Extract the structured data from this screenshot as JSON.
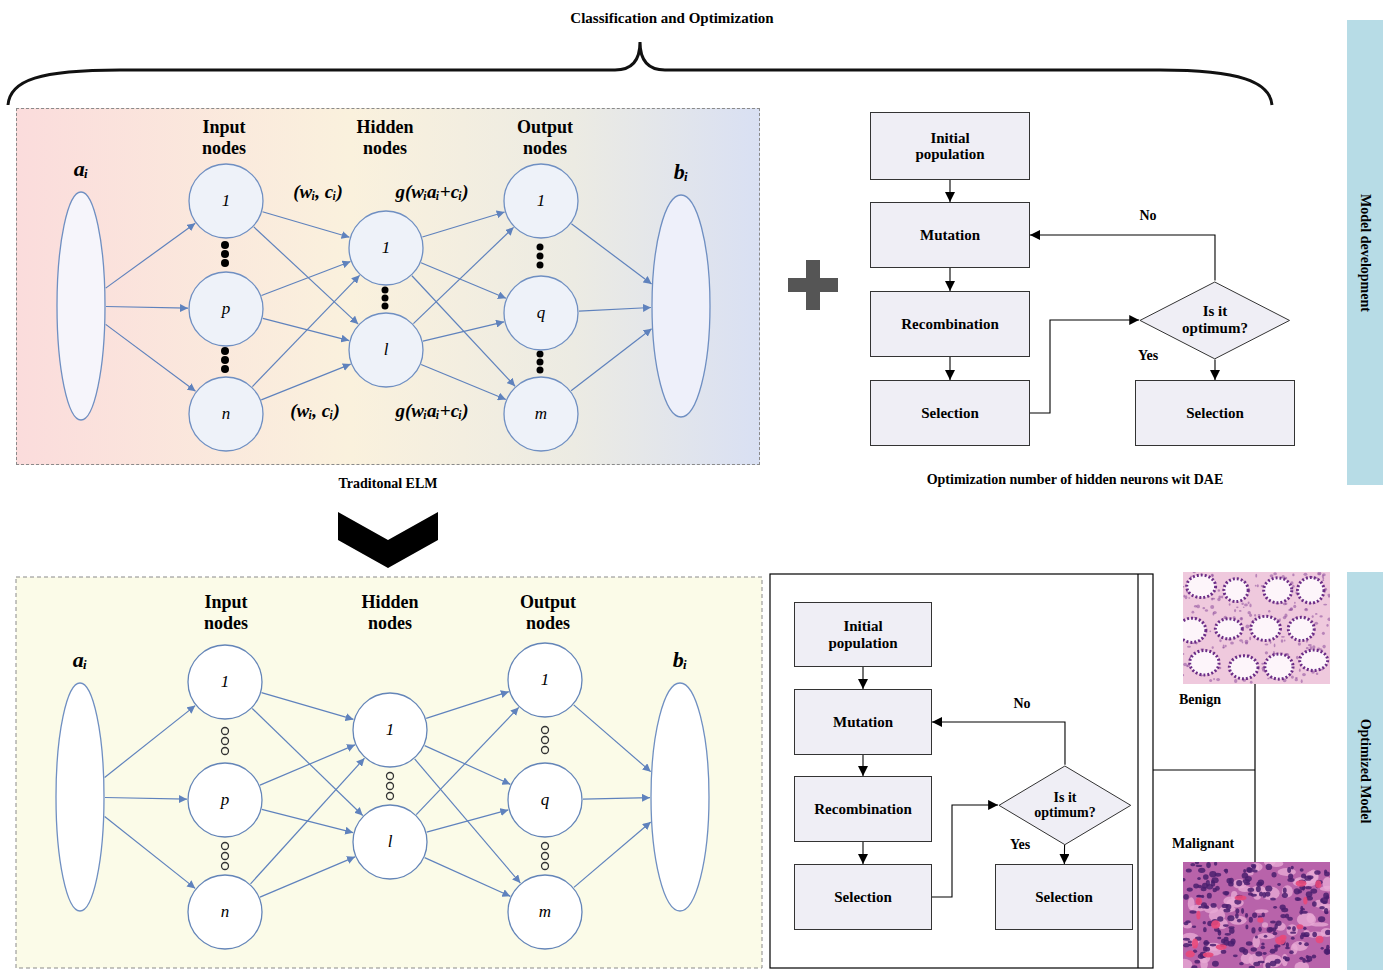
{
  "diagram": {
    "title": "Classification and Optimization",
    "nodes": [
      {
        "text": [
          "Traditonal ELM"
        ]
      },
      {
        "text": [
          "aᵢ"
        ],
        "in": 0
      },
      {
        "text": [
          "1"
        ],
        "in": 0
      },
      {
        "text": [
          "p"
        ],
        "in": 0
      },
      {
        "text": [
          "n"
        ],
        "in": 0
      },
      {
        "text": [
          "1"
        ],
        "in": 0
      },
      {
        "text": [
          "l"
        ],
        "in": 0
      },
      {
        "text": [
          "1"
        ],
        "in": 0
      },
      {
        "text": [
          "q"
        ],
        "in": 0
      },
      {
        "text": [
          "m"
        ],
        "in": 0
      },
      {
        "text": [
          "bᵢ"
        ],
        "in": 0
      },
      {
        "text": [
          "Initial population"
        ]
      },
      {
        "text": [
          "Mutation"
        ]
      },
      {
        "text": [
          "Recombination"
        ]
      },
      {
        "text": [
          "Selection"
        ]
      },
      {
        "text": [
          "Is it optimum?"
        ]
      },
      {
        "text": [
          "Selection"
        ]
      },
      {
        "text": [
          "Model development"
        ]
      },
      {
        "text": [
          "aᵢ"
        ]
      },
      {
        "text": [
          "1"
        ]
      },
      {
        "text": [
          "p"
        ]
      },
      {
        "text": [
          "n"
        ]
      },
      {
        "text": [
          "1"
        ]
      },
      {
        "text": [
          "l"
        ]
      },
      {
        "text": [
          "1"
        ]
      },
      {
        "text": [
          "q"
        ]
      },
      {
        "text": [
          "m"
        ]
      },
      {
        "text": [
          "bᵢ"
        ]
      },
      {
        "text": [
          "Initial population"
        ]
      },
      {
        "text": [
          "Mutation"
        ]
      },
      {
        "text": [
          "Recombination"
        ]
      },
      {
        "text": [
          "Selection"
        ]
      },
      {
        "text": [
          "Is it optimum?"
        ]
      },
      {
        "text": [
          "Selection"
        ]
      },
      {
        "text": [
          "Optimized Model"
        ]
      }
    ],
    "edges": [
      {
        "from": 1,
        "to": 2,
        "arrow": "to"
      },
      {
        "from": 1,
        "to": 3,
        "arrow": "to"
      },
      {
        "from": 1,
        "to": 4,
        "arrow": "to"
      },
      {
        "from": 2,
        "to": 5,
        "arrow": "to"
      },
      {
        "from": 2,
        "to": 6,
        "arrow": "to"
      },
      {
        "from": 3,
        "to": 5,
        "arrow": "to"
      },
      {
        "from": 3,
        "to": 6,
        "arrow": "to"
      },
      {
        "from": 4,
        "to": 5,
        "arrow": "to"
      },
      {
        "from": 4,
        "to": 6,
        "arrow": "to"
      },
      {
        "from": 5,
        "to": 7,
        "arrow": "to"
      },
      {
        "from": 5,
        "to": 8,
        "arrow": "to"
      },
      {
        "from": 5,
        "to": 9,
        "arrow": "to"
      },
      {
        "from": 6,
        "to": 7,
        "arrow": "to"
      },
      {
        "from": 6,
        "to": 8,
        "arrow": "to"
      },
      {
        "from": 6,
        "to": 9,
        "arrow": "to"
      },
      {
        "from": 7,
        "to": 10,
        "arrow": "to"
      },
      {
        "from": 8,
        "to": 10,
        "arrow": "to"
      },
      {
        "from": 9,
        "to": 10,
        "arrow": "to"
      },
      {
        "from": 11,
        "to": 12,
        "arrow": "to"
      },
      {
        "from": 12,
        "to": 13,
        "arrow": "to"
      },
      {
        "from": 13,
        "to": 14,
        "arrow": "to"
      },
      {
        "from": 14,
        "to": 15,
        "arrow": "to"
      },
      {
        "from": 15,
        "to": 12,
        "label": "No",
        "arrow": "to"
      },
      {
        "from": 15,
        "to": 16,
        "label": "Yes",
        "arrow": "to"
      },
      {
        "from": 18,
        "to": 19,
        "arrow": "to"
      },
      {
        "from": 18,
        "to": 20,
        "arrow": "to"
      },
      {
        "from": 18,
        "to": 21,
        "arrow": "to"
      },
      {
        "from": 19,
        "to": 22,
        "arrow": "to"
      },
      {
        "from": 19,
        "to": 23,
        "arrow": "to"
      },
      {
        "from": 20,
        "to": 22,
        "arrow": "to"
      },
      {
        "from": 20,
        "to": 23,
        "arrow": "to"
      },
      {
        "from": 21,
        "to": 22,
        "arrow": "to"
      },
      {
        "from": 21,
        "to": 23,
        "arrow": "to"
      },
      {
        "from": 22,
        "to": 24,
        "arrow": "to"
      },
      {
        "from": 22,
        "to": 25,
        "arrow": "to"
      },
      {
        "from": 22,
        "to": 26,
        "arrow": "to"
      },
      {
        "from": 23,
        "to": 24,
        "arrow": "to"
      },
      {
        "from": 23,
        "to": 25,
        "arrow": "to"
      },
      {
        "from": 23,
        "to": 26,
        "arrow": "to"
      },
      {
        "from": 24,
        "to": 27,
        "arrow": "to"
      },
      {
        "from": 25,
        "to": 27,
        "arrow": "to"
      },
      {
        "from": 26,
        "to": 27,
        "arrow": "to"
      },
      {
        "from": 28,
        "to": 29,
        "arrow": "to"
      },
      {
        "from": 29,
        "to": 30,
        "arrow": "to"
      },
      {
        "from": 30,
        "to": 31,
        "arrow": "to"
      },
      {
        "from": 31,
        "to": 32,
        "arrow": "to"
      },
      {
        "from": 32,
        "to": 29,
        "label": "No",
        "arrow": "to"
      },
      {
        "from": 32,
        "to": 33,
        "label": "Yes",
        "arrow": "to"
      }
    ],
    "labels": [
      "Input nodes",
      "Hidden nodes",
      "Output nodes",
      "(wᵢ, cᵢ)",
      "g(wᵢaᵢ+cᵢ)",
      "(wᵢ, cᵢ)",
      "g(wᵢaᵢ+cᵢ)",
      "Optimization number of hidden neurons wit DAE",
      "Input nodes",
      "Hidden nodes",
      "Output nodes",
      "Benign",
      "Malignant"
    ]
  }
}
